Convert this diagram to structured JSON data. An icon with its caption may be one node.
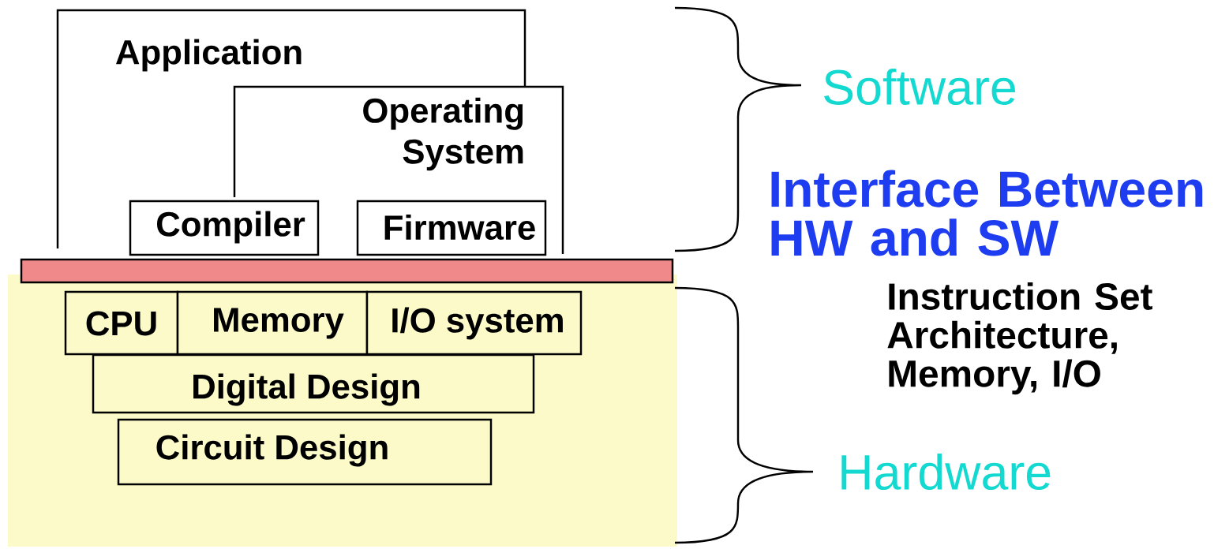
{
  "diagram": {
    "nodes": [
      {
        "text": [
          "Application"
        ]
      },
      {
        "text": [
          "Operating System"
        ]
      },
      {
        "text": [
          "Compiler"
        ],
        "in": 0
      },
      {
        "text": [
          "Firmware"
        ],
        "in": 1
      },
      {
        "text": [],
        "shape": "bar"
      },
      {
        "text": [],
        "shape": "box"
      },
      {
        "text": [
          "CPU"
        ],
        "in": 5
      },
      {
        "text": [
          "Memory"
        ],
        "in": 5
      },
      {
        "text": [
          "I/O system"
        ],
        "in": 5
      },
      {
        "text": [
          "Digital Design"
        ],
        "in": 5
      },
      {
        "text": [
          "Circuit Design"
        ],
        "in": 5
      }
    ],
    "labels": [
      "Software",
      "Interface Between HW and SW",
      "Instruction Set Architecture, Memory, I/O",
      "Hardware"
    ]
  }
}
